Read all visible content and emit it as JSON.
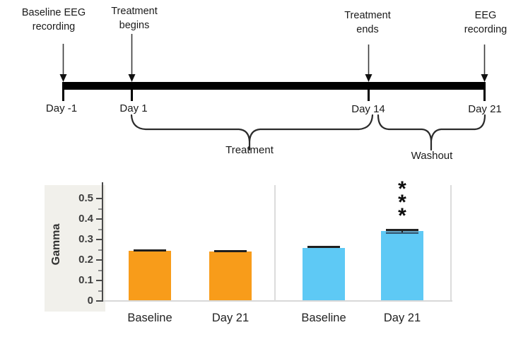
{
  "timeline": {
    "events": [
      {
        "line1": "Baseline EEG",
        "line2": "recording",
        "day": "Day -1"
      },
      {
        "line1": "Treatment",
        "line2": "begins",
        "day": "Day 1"
      },
      {
        "line1": "Treatment",
        "line2": "ends",
        "day": "Day 14"
      },
      {
        "line1": "EEG",
        "line2": "recording",
        "day": "Day 21"
      }
    ],
    "phases": [
      {
        "label": "Treatment"
      },
      {
        "label": "Washout"
      }
    ]
  },
  "chart_data": {
    "type": "bar",
    "ylabel": "Gamma",
    "ylim": [
      0,
      0.5
    ],
    "yticks": [
      0,
      0.1,
      0.2,
      0.3,
      0.4,
      0.5
    ],
    "categories": [
      "Baseline",
      "Day 21"
    ],
    "grid": false,
    "legend": false,
    "series": [
      {
        "name": "orange-condition",
        "color": "#F89C1A",
        "values": [
          0.245,
          0.24
        ],
        "errors": [
          0.004,
          0.006
        ],
        "significance": [
          "",
          ""
        ]
      },
      {
        "name": "blue-condition",
        "color": "#5EC9F5",
        "values": [
          0.26,
          0.34
        ],
        "errors": [
          0.004,
          0.012
        ],
        "significance": [
          "",
          "***"
        ]
      }
    ]
  }
}
